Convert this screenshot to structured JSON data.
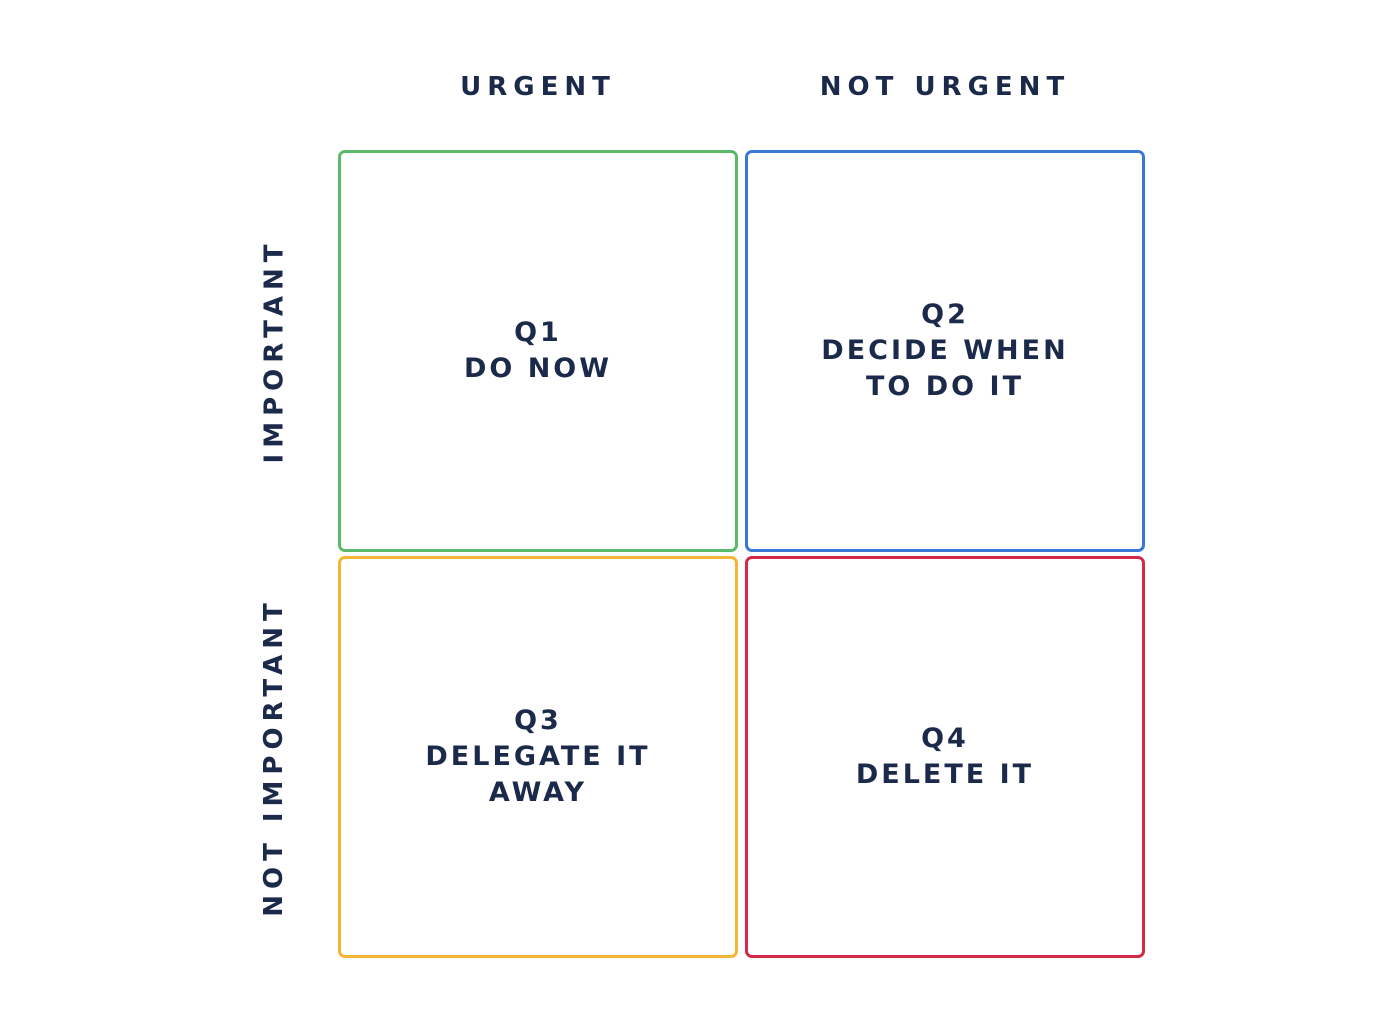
{
  "columns": {
    "left": "URGENT",
    "right": "NOT URGENT"
  },
  "rows": {
    "top": "IMPORTANT",
    "bottom": "NOT IMPORTANT"
  },
  "quadrants": [
    {
      "id": "Q1",
      "lines": [
        "DO NOW"
      ],
      "border_color": "#5bb96a"
    },
    {
      "id": "Q2",
      "lines": [
        "DECIDE WHEN",
        "TO DO IT"
      ],
      "border_color": "#3a78d8"
    },
    {
      "id": "Q3",
      "lines": [
        "DELEGATE IT",
        "AWAY"
      ],
      "border_color": "#f2b534"
    },
    {
      "id": "Q4",
      "lines": [
        "DELETE IT"
      ],
      "border_color": "#d42a48"
    }
  ],
  "text_color": "#1b2a4a"
}
